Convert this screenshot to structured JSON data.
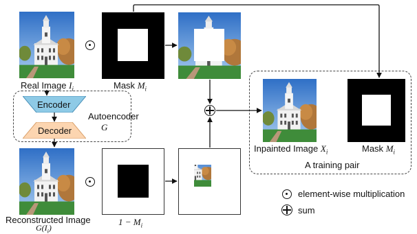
{
  "labels": {
    "real_image": "Real Image",
    "real_image_var": "I",
    "real_image_sub": "i",
    "mask_top": "Mask",
    "mask_top_var": "M",
    "mask_top_sub": "i",
    "encoder": "Encoder",
    "decoder": "Decoder",
    "autoencoder": "Autoencoder",
    "autoencoder_var": "G",
    "reconstructed": "Reconstructed Image",
    "reconstructed_expr": "G(I",
    "reconstructed_sub": "i",
    "reconstructed_close": ")",
    "inv_mask": "1 − M",
    "inv_mask_sub": "i",
    "inpainted": "Inpainted Image",
    "inpainted_var": "X",
    "inpainted_sub": "i",
    "mask_pair": "Mask",
    "mask_pair_var": "M",
    "mask_pair_sub": "i",
    "training_pair": "A training pair"
  },
  "legend": {
    "elementwise": "element-wise multiplication",
    "sum": "sum"
  },
  "colors": {
    "encoder": "#8ecae6",
    "decoder": "#fcd5b0",
    "sky": "#4f8fd8",
    "grass": "#3f8c3a"
  }
}
